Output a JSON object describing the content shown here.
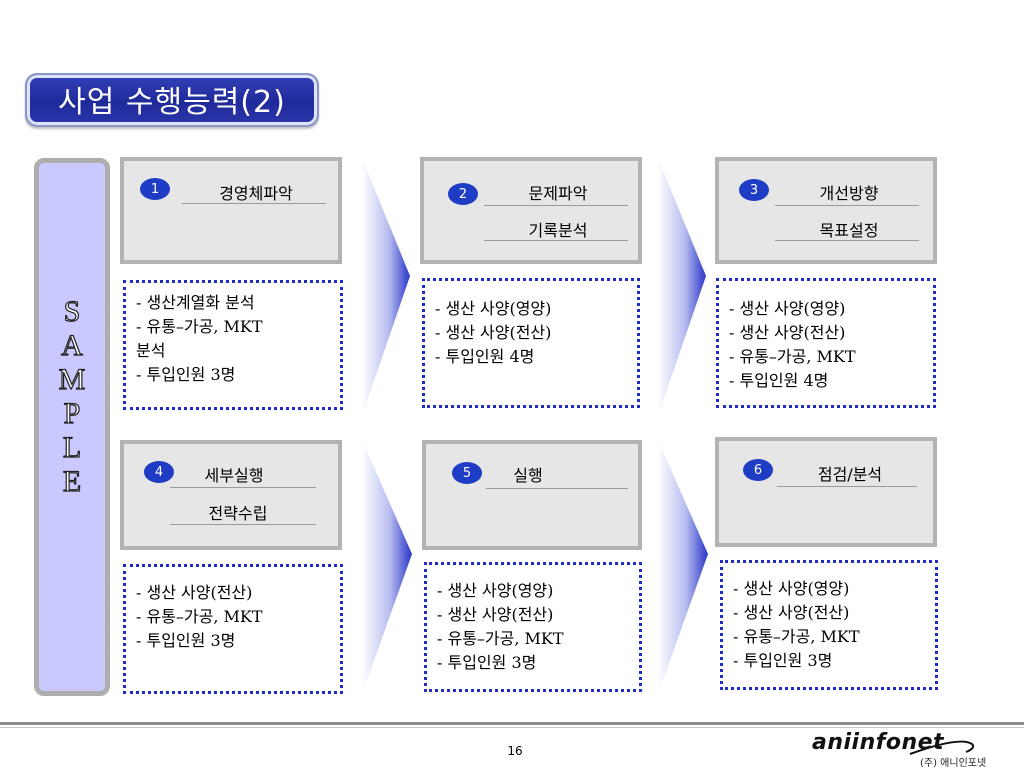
{
  "title": "사업 수행능력(2)",
  "sample_letters": [
    "S",
    "A",
    "M",
    "P",
    "L",
    "E"
  ],
  "steps": [
    {
      "num": "1",
      "labels": [
        "경영체파악"
      ],
      "bullets": [
        "- 생산계열화 분석",
        "- 유통–가공, MKT",
        "분석",
        "- 투입인원 3명"
      ]
    },
    {
      "num": "2",
      "labels": [
        "문제파악",
        "기록분석"
      ],
      "bullets": [
        "- 생산 사양(영양)",
        "- 생산 사양(전산)",
        "- 투입인원 4명"
      ]
    },
    {
      "num": "3",
      "labels": [
        "개선방향",
        "목표설정"
      ],
      "bullets": [
        "- 생산 사양(영양)",
        "- 생산 사양(전산)",
        "- 유통–가공, MKT",
        "- 투입인원 4명"
      ]
    },
    {
      "num": "4",
      "labels": [
        "세부실행",
        "전략수립"
      ],
      "bullets": [
        "- 생산 사양(전산)",
        "- 유통–가공, MKT",
        "- 투입인원 3명"
      ]
    },
    {
      "num": "5",
      "labels": [
        "실행"
      ],
      "bullets": [
        "- 생산 사양(영양)",
        "- 생산 사양(전산)",
        "- 유통–가공, MKT",
        "- 투입인원 3명"
      ]
    },
    {
      "num": "6",
      "labels": [
        "점검/분석"
      ],
      "bullets": [
        "- 생산 사양(영양)",
        "- 생산 사양(전산)",
        "- 유통–가공, MKT",
        "- 투입인원 3명"
      ]
    }
  ],
  "footer": {
    "page_number": "16",
    "logo_text": "aniinfonet",
    "logo_subtext": "(주) 애니인포넷"
  }
}
